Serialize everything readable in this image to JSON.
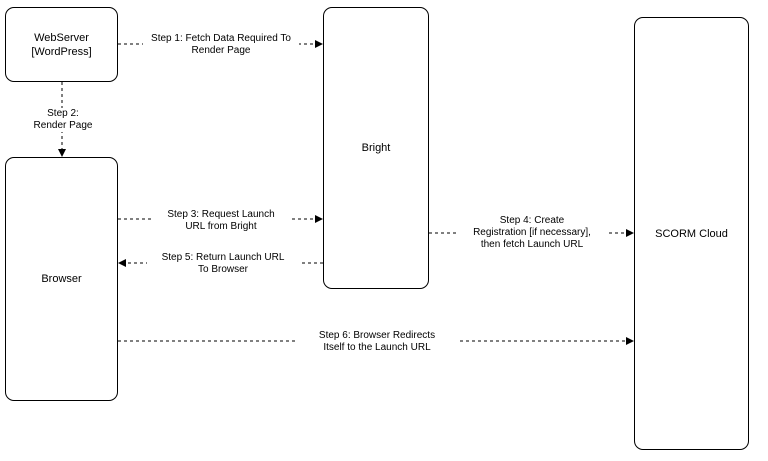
{
  "nodes": {
    "webserver": {
      "line1": "WebServer",
      "line2": "[WordPress]"
    },
    "bright": "Bright",
    "browser": "Browser",
    "scorm": "SCORM Cloud"
  },
  "edges": {
    "step1": {
      "line1": "Step 1: Fetch Data Required To",
      "line2": "Render Page"
    },
    "step2": {
      "line1": "Step 2:",
      "line2": "Render Page"
    },
    "step3": {
      "line1": "Step 3: Request Launch",
      "line2": "URL from Bright"
    },
    "step4": {
      "line1": "Step 4: Create",
      "line2": "Registration [if necessary],",
      "line3": "then fetch Launch URL"
    },
    "step5": {
      "line1": "Step 5: Return Launch URL",
      "line2": "To Browser"
    },
    "step6": {
      "line1": "Step 6: Browser Redirects",
      "line2": "Itself to the Launch URL"
    }
  }
}
